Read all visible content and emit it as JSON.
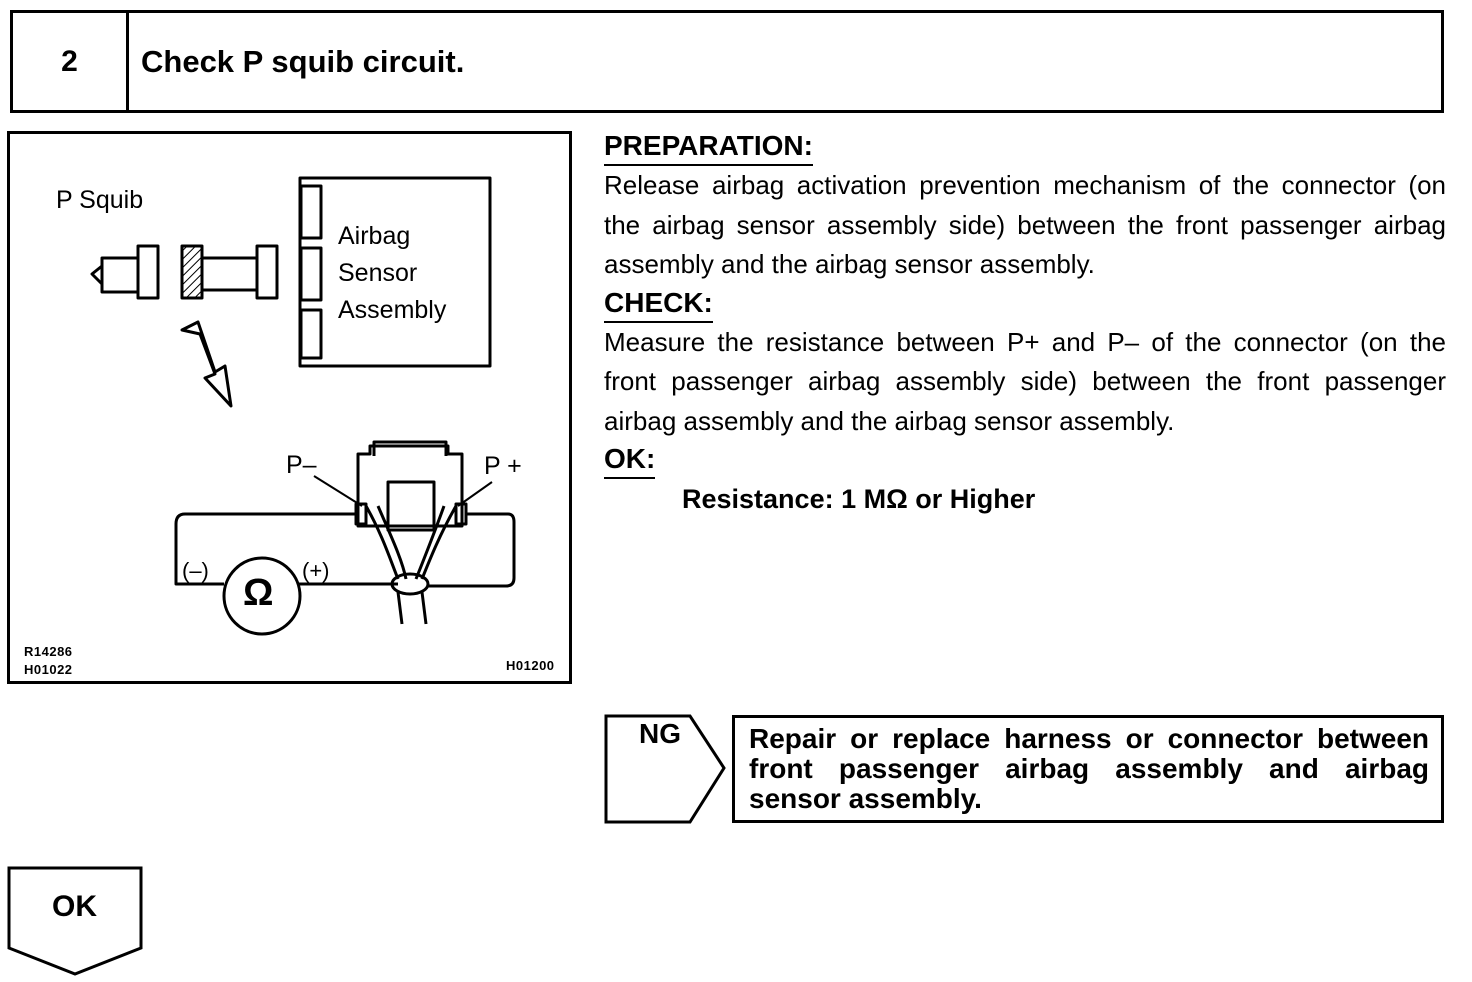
{
  "step": {
    "number": "2",
    "title": "Check P squib circuit."
  },
  "figure": {
    "p_squib_label": "P Squib",
    "sensor_line1": "Airbag",
    "sensor_line2": "Sensor",
    "sensor_line3": "Assembly",
    "p_minus_label": "P–",
    "p_plus_label": "P +",
    "meter_minus_label": "(–)",
    "meter_plus_label": "(+)",
    "ohm_symbol": "Ω",
    "code_1": "R14286",
    "code_2": "H01022",
    "code_3": "H01200"
  },
  "preparation": {
    "heading": "PREPARATION:",
    "text": "Release airbag activation prevention mechanism of the connector (on the airbag sensor assembly side) between the front passenger airbag assembly and the airbag sensor assembly."
  },
  "check": {
    "heading": "CHECK:",
    "text": "Measure the resistance between P+ and P– of the connector (on the front passenger airbag assembly side) between the front passenger airbag assembly and the airbag sensor assembly."
  },
  "ok_spec": {
    "heading": "OK:",
    "text": "Resistance: 1 MΩ or Higher"
  },
  "ng": {
    "label": "NG",
    "action": "Repair or replace harness or connector between front passenger airbag assembly and airbag sensor assembly."
  },
  "ok_next": {
    "label": "OK"
  }
}
